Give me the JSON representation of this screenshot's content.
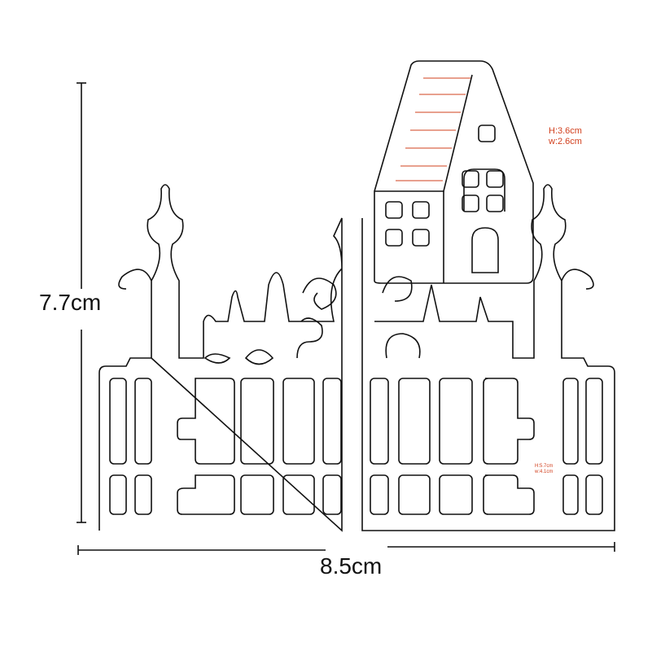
{
  "dimensions": {
    "height_label": "7.7cm",
    "width_label": "8.5cm"
  },
  "house_die": {
    "height": "H:3.6cm",
    "width": "w:2.6cm"
  },
  "gate_die": {
    "height": "H:5.7cm",
    "width": "w:4.1cm"
  },
  "colors": {
    "line": "#111111",
    "accent": "#d2401e"
  }
}
